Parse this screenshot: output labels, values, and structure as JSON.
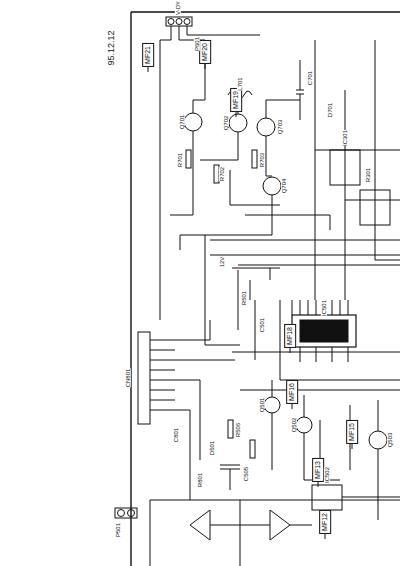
{
  "diagram": {
    "nodes": [
      {
        "text": [
          "MF21"
        ]
      },
      {
        "text": [
          "MF20"
        ]
      },
      {
        "text": [
          "MF19"
        ]
      },
      {
        "text": [
          "MF18"
        ]
      },
      {
        "text": [
          "MF16"
        ]
      },
      {
        "text": [
          "MF15"
        ]
      },
      {
        "text": [
          "MF13"
        ]
      },
      {
        "text": [
          "MF12"
        ]
      }
    ],
    "labels": [
      "95.12.12",
      "V-DY",
      "P601",
      "Q701",
      "Q702",
      "Q703",
      "Q704",
      "R701",
      "R702",
      "R703",
      "C701",
      "L701",
      "D701",
      "12V",
      "IC501",
      "C501",
      "R501",
      "CN801",
      "Q501",
      "Q502",
      "Q503",
      "R506",
      "C505",
      "D501",
      "P501",
      "IC502",
      "C801",
      "R801",
      "IC301",
      "R301"
    ]
  }
}
